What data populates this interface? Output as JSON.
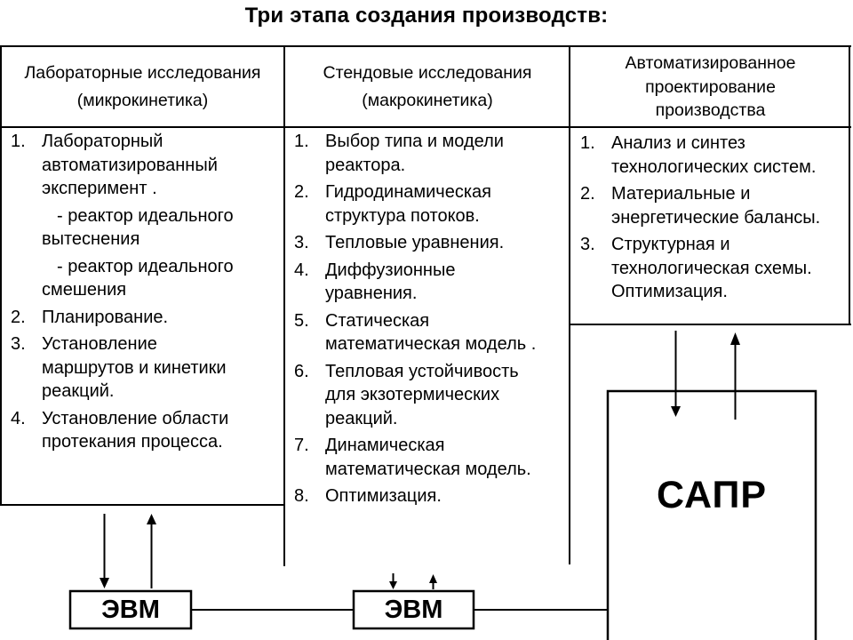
{
  "title": "Три этапа создания производств:",
  "columns": [
    {
      "header": "Лабораторные исследования\n(микрокинетика)",
      "items": [
        {
          "num": "1.",
          "text": "Лабораторный\nавтоматизированный\nэксперимент ."
        },
        {
          "num": "2.",
          "text": "Планирование."
        },
        {
          "num": "3.",
          "text": "Установление\nмаршрутов и кинетики\nреакций."
        },
        {
          "num": "4.",
          "text": "Установление области\nпротекания процесса."
        }
      ],
      "subitems": [
        "- реактор идеального\nвытеснения",
        "- реактор идеального\nсмешения"
      ]
    },
    {
      "header": "Стендовые исследования\n(макрокинетика)",
      "items": [
        {
          "num": "1.",
          "text": "Выбор типа и модели\nреактора."
        },
        {
          "num": "2.",
          "text": "Гидродинамическая\nструктура потоков."
        },
        {
          "num": "3.",
          "text": "Тепловые уравнения."
        },
        {
          "num": "4.",
          "text": "Диффузионные\nуравнения."
        },
        {
          "num": "5.",
          "text": "Статическая\nматематическая модель ."
        },
        {
          "num": "6.",
          "text": "Тепловая устойчивость\nдля экзотермических\nреакций."
        },
        {
          "num": "7.",
          "text": "Динамическая\nматематическая модель."
        },
        {
          "num": "8.",
          "text": "Оптимизация."
        }
      ]
    },
    {
      "header": "Автоматизированное\nпроектирование\nпроизводства",
      "items": [
        {
          "num": "1.",
          "text": "Анализ и синтез\nтехнологических систем."
        },
        {
          "num": "2.",
          "text": "Материальные и\nэнергетические балансы."
        },
        {
          "num": "3.",
          "text": "Структурная и\nтехнологическая схемы.\nОптимизация."
        }
      ]
    }
  ],
  "nodes": {
    "evm1": "ЭВМ",
    "evm2": "ЭВМ",
    "sapr": "САПР"
  },
  "colors": {
    "ink": "#000000",
    "bg": "#ffffff"
  }
}
